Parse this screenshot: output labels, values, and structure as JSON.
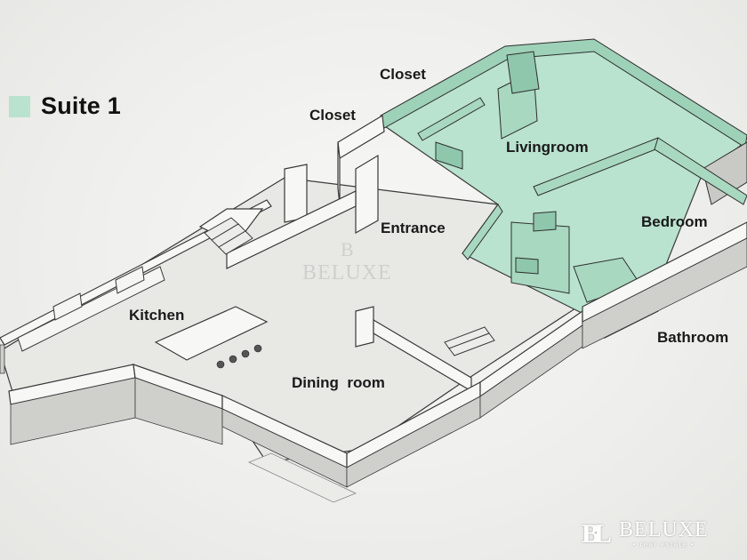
{
  "legend": {
    "label": "Suite 1",
    "color": "#b9e3cf"
  },
  "rooms": {
    "closet_top": "Closet",
    "closet_left": "Closet",
    "livingroom": "Livingroom",
    "bedroom": "Bedroom",
    "entrance": "Entrance",
    "kitchen": "Kitchen",
    "dining": "Dining  room",
    "bathroom": "Bathroom"
  },
  "brand": {
    "mark": "BL",
    "name": "BELUXE",
    "sub": "• real estate •"
  },
  "watermark": {
    "mark": "B",
    "name": "BELUXE"
  },
  "colors": {
    "suite": "#b9e3cf",
    "suite_wall": "#8fc7ad",
    "floor": "#e9e9e6",
    "wall_top": "#f7f7f5",
    "wall_side": "#cfcfcc",
    "outline": "#3a3a3a"
  }
}
